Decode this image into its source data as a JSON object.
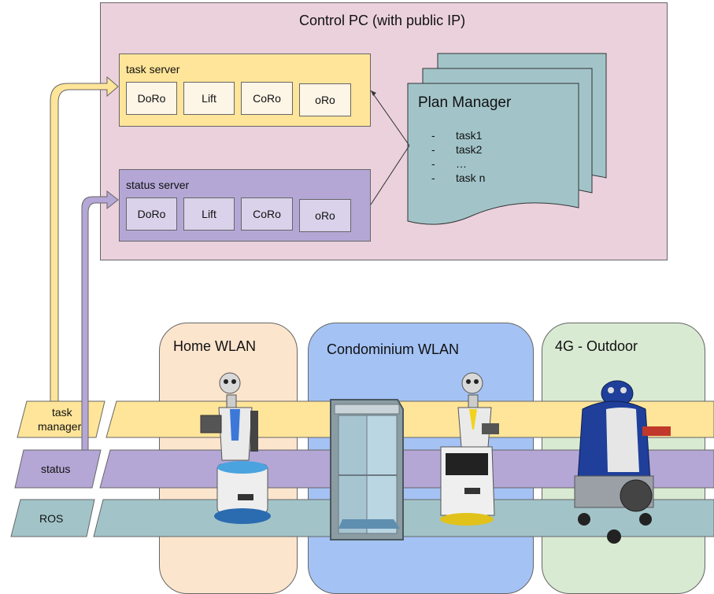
{
  "control_pc": {
    "title": "Control PC (with public IP)"
  },
  "task_server": {
    "title": "task server",
    "modules": [
      "DoRo",
      "Lift",
      "CoRo",
      "oRo"
    ]
  },
  "status_server": {
    "title": "status server",
    "modules": [
      "DoRo",
      "Lift",
      "CoRo",
      "oRo"
    ]
  },
  "plan_manager": {
    "title": "Plan Manager",
    "bullets": [
      "-",
      "-",
      "-",
      "-"
    ],
    "tasks": [
      "task1",
      "task2",
      "…",
      "task n"
    ]
  },
  "zones": {
    "home": "Home WLAN",
    "condo": "Condominium WLAN",
    "outdoor": "4G - Outdoor"
  },
  "layers": {
    "task_manager_line1": "task",
    "task_manager_line2": "manager",
    "status": "status",
    "ros": "ROS"
  },
  "colors": {
    "control_pc_bg": "#ead1dc",
    "task_layer": "#ffe599",
    "status_layer": "#b4a7d6",
    "ros_layer": "#a2c4c9",
    "home_zone": "#fce5cd",
    "condo_zone": "#a4c2f4",
    "outdoor_zone": "#d9ead3"
  }
}
